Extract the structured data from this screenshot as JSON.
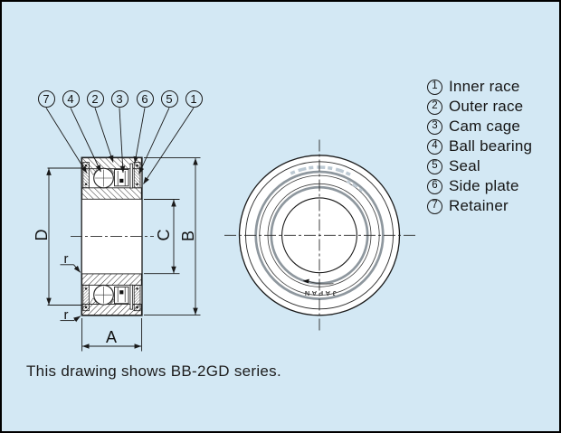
{
  "caption": "This drawing shows BB-2GD series.",
  "series": "BB-2GD",
  "legend": {
    "items": [
      {
        "number": "1",
        "label": "Inner race"
      },
      {
        "number": "2",
        "label": "Outer race"
      },
      {
        "number": "3",
        "label": "Cam cage"
      },
      {
        "number": "4",
        "label": "Ball bearing"
      },
      {
        "number": "5",
        "label": "Seal"
      },
      {
        "number": "6",
        "label": "Side plate"
      },
      {
        "number": "7",
        "label": "Retainer"
      }
    ]
  },
  "callouts": {
    "items": [
      {
        "number": "7"
      },
      {
        "number": "4"
      },
      {
        "number": "2"
      },
      {
        "number": "3"
      },
      {
        "number": "6"
      },
      {
        "number": "5"
      },
      {
        "number": "1"
      }
    ]
  },
  "dimensions": {
    "a": "A",
    "b": "B",
    "c": "C",
    "d": "D",
    "r": "r"
  },
  "front_view": {
    "stamp": "JAPAN"
  },
  "colors": {
    "background": "#d3e8f4",
    "line": "#1a1a1a",
    "groove_gray": "#8e979e",
    "white": "#ffffff"
  }
}
